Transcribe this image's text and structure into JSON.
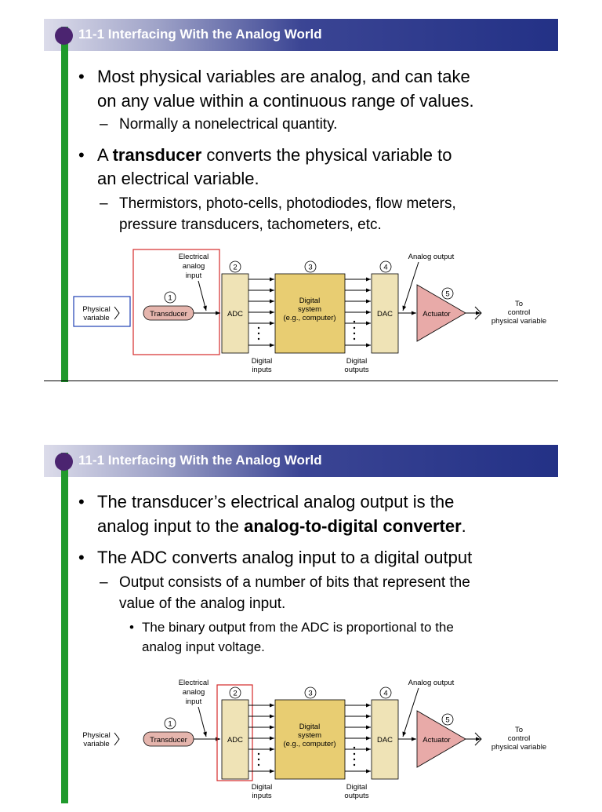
{
  "slides": [
    {
      "title": "11-1 Interfacing With the Analog World",
      "bullets": [
        {
          "l1": "Most physical variables are analog, and can take",
          "l2": "on any value within a continuous range of values.",
          "sub": [
            "Normally a nonelectrical quantity."
          ]
        },
        {
          "pre": "A ",
          "bold": "transducer",
          "post": " converts the physical variable to",
          "l2": "an electrical variable.",
          "sub": [
            "Thermistors, photo-cells, photodiodes, flow meters,",
            "pressure transducers, tachometers, etc."
          ]
        }
      ],
      "highlight": "transducer"
    },
    {
      "title": "11-1 Interfacing With the Analog World",
      "bullets": [
        {
          "l1": "The transducer’s electrical analog output is the",
          "pre2": "analog input to the ",
          "bold2": "analog-to-digital converter",
          "post2": "."
        },
        {
          "l1": "The ADC converts analog input to a digital output",
          "sub": [
            "Output consists of a number of bits that represent the",
            "value of the analog input."
          ],
          "subsub": [
            "The binary output from the ADC is proportional to the",
            "analog input voltage."
          ]
        }
      ],
      "highlight": "adc"
    }
  ],
  "markers": {
    "bullet": "•",
    "dash": "–"
  },
  "diagram": {
    "physical_variable": [
      "Physical",
      "variable"
    ],
    "electrical_analog_input": [
      "Electrical",
      "analog",
      "input"
    ],
    "transducer": "Transducer",
    "adc": "ADC",
    "digital_system": [
      "Digital",
      "system",
      "(e.g., computer)"
    ],
    "dac": "DAC",
    "actuator": "Actuator",
    "analog_output": "Analog output",
    "to_control": [
      "To",
      "control",
      "physical variable"
    ],
    "digital_inputs": [
      "Digital",
      "inputs"
    ],
    "digital_outputs": [
      "Digital",
      "outputs"
    ],
    "step_numbers": [
      "1",
      "2",
      "3",
      "4",
      "5"
    ]
  },
  "colors": {
    "header_dark": "#233186",
    "green_bar": "#1f9a2c",
    "dot": "#4b2470",
    "block": "#efe3b6",
    "system": "#e8cd72",
    "actuator": "#e8aaa8",
    "transducer": "#e5b5ad",
    "highlight_red": "#d42a2a",
    "highlight_blue": "#1f3fb3"
  }
}
